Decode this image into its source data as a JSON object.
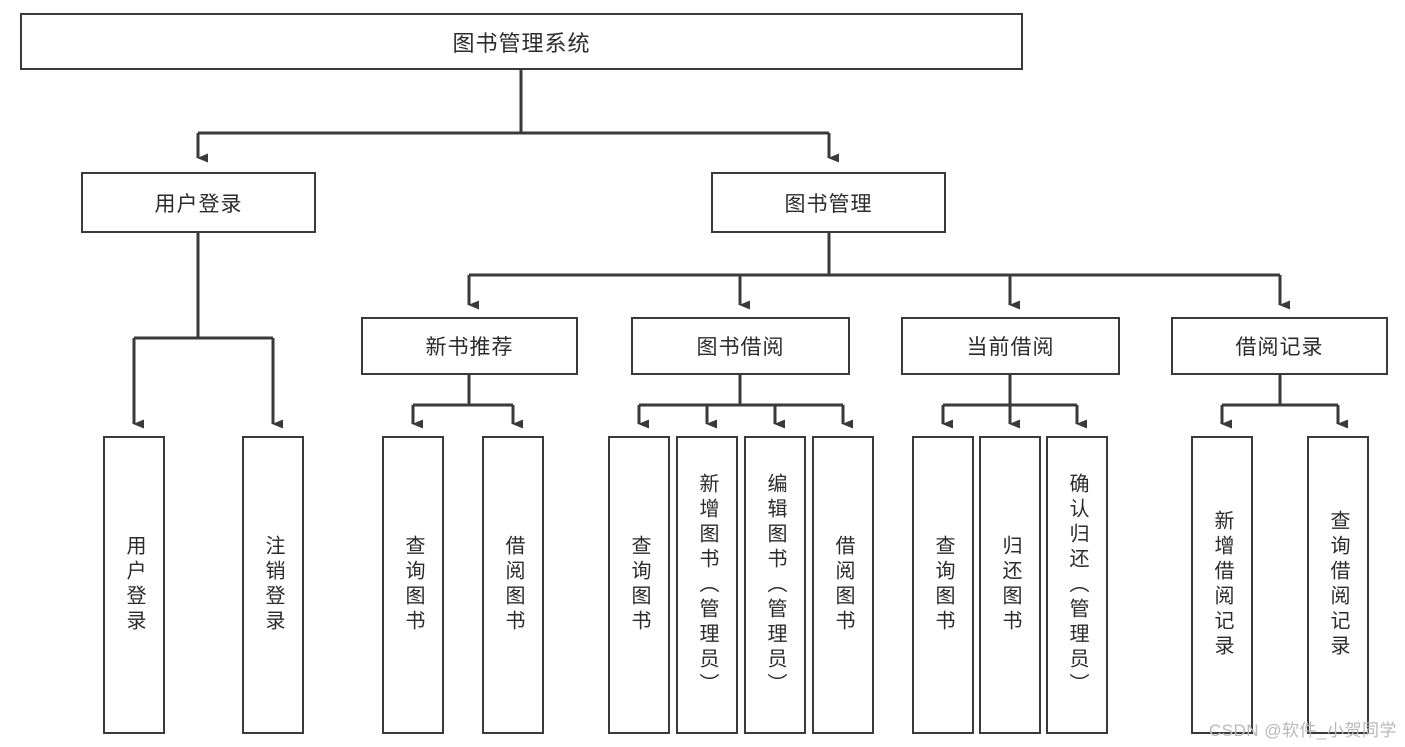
{
  "diagram": {
    "title": "图书管理系统",
    "root": {
      "id": "root",
      "label": "图书管理系统",
      "orientation": "horizontal"
    },
    "level2": [
      {
        "id": "user-login",
        "label": "用户登录",
        "orientation": "horizontal"
      },
      {
        "id": "book-management",
        "label": "图书管理",
        "orientation": "horizontal"
      }
    ],
    "level3": [
      {
        "id": "new-book-recommend",
        "label": "新书推荐",
        "orientation": "horizontal"
      },
      {
        "id": "book-borrow",
        "label": "图书借阅",
        "orientation": "horizontal"
      },
      {
        "id": "current-borrow",
        "label": "当前借阅",
        "orientation": "horizontal"
      },
      {
        "id": "borrow-record",
        "label": "借阅记录",
        "orientation": "horizontal"
      }
    ],
    "leaves": {
      "user_login": [
        {
          "id": "leaf-user-login",
          "label": "用户登录"
        },
        {
          "id": "leaf-logout-login",
          "label": "注销登录"
        }
      ],
      "new_book_recommend": [
        {
          "id": "leaf-query-book-1",
          "label": "查询图书"
        },
        {
          "id": "leaf-borrow-book-1",
          "label": "借阅图书"
        }
      ],
      "book_borrow": [
        {
          "id": "leaf-query-book-2",
          "label": "查询图书"
        },
        {
          "id": "leaf-add-book",
          "label": "新增图书（管理员）"
        },
        {
          "id": "leaf-edit-book",
          "label": "编辑图书（管理员）"
        },
        {
          "id": "leaf-borrow-book-2",
          "label": "借阅图书"
        }
      ],
      "current_borrow": [
        {
          "id": "leaf-query-book-3",
          "label": "查询图书"
        },
        {
          "id": "leaf-return-book",
          "label": "归还图书"
        },
        {
          "id": "leaf-confirm-return",
          "label": "确认归还（管理员）"
        }
      ],
      "borrow_record": [
        {
          "id": "leaf-add-record",
          "label": "新增借阅记录"
        },
        {
          "id": "leaf-query-record",
          "label": "查询借阅记录"
        }
      ]
    }
  },
  "watermark": {
    "text": "CSDN @软件_小贺同学"
  },
  "colors": {
    "stroke": "#3a3a3a",
    "text": "#2b2b2b",
    "background": "#ffffff",
    "watermark": "#b9b9b9"
  }
}
